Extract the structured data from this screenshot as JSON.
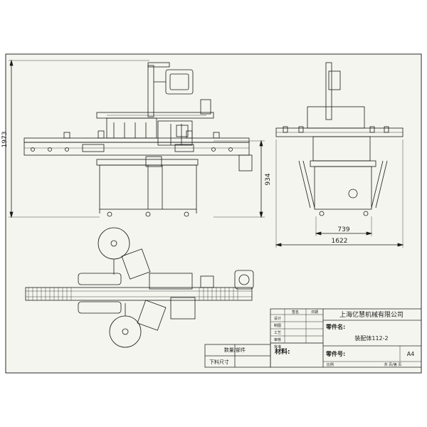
{
  "dimensions": {
    "overall_height": "1973",
    "table_height": "934",
    "base_width": "739",
    "overall_width": "1622"
  },
  "title_block": {
    "company": "上海亿慧机械有限公司",
    "part_name_label": "零件名:",
    "part_name": "装配体112-2",
    "part_no_label": "零件号:",
    "material_label": "材料:",
    "paper_size": "A4",
    "qty_label": "数量/部件",
    "cut_size_label": "下料尺寸",
    "header_cols": [
      "签名",
      "日期"
    ],
    "rows": [
      "设计",
      "制图",
      "工艺",
      "审核",
      "批准"
    ],
    "scale_label": "比例",
    "sheet_label": "共 页/第 页"
  },
  "colors": {
    "background": "#ffffff",
    "paper": "#f5f5ef",
    "line": "#1a1a1a",
    "frame": "#2a2a2a"
  }
}
